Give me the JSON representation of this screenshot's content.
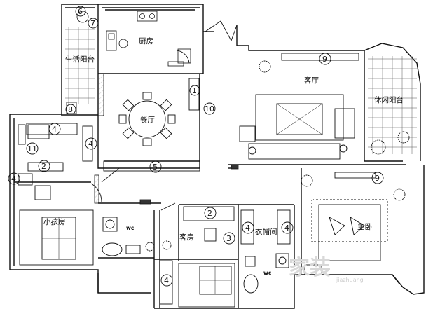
{
  "rooms": {
    "kitchen": "厨房",
    "living_balcony": "生活阳台",
    "dining": "餐厅",
    "living_room": "客厅",
    "leisure_balcony": "休闲阳台",
    "kids_room": "小孩房",
    "guest_room": "客房",
    "master_bedroom": "主卧",
    "cloakroom": "衣帽间",
    "wc_left": "wc",
    "wc_right": "wc"
  },
  "markers": {
    "m6": "6",
    "m7": "7",
    "m8": "8",
    "m1": "1",
    "m10": "10",
    "m9a": "9",
    "m4a": "4",
    "m4b": "4",
    "m11": "11",
    "m2a": "2",
    "m4c": "4",
    "m5": "5",
    "m9b": "9",
    "m2b": "2",
    "m3": "3",
    "m4d": "4",
    "m4e": "4",
    "m4f": "4"
  },
  "watermark": {
    "main": "家装",
    "sub": "jiazhuang"
  }
}
